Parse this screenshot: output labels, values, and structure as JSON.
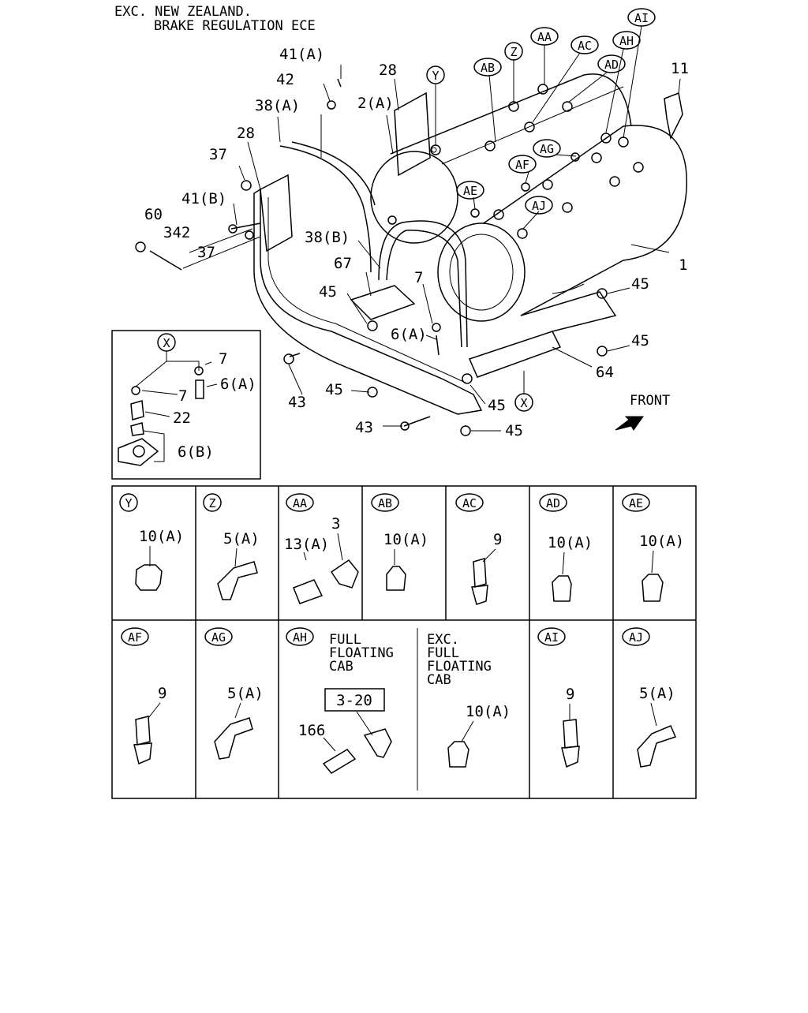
{
  "header": {
    "line1": "EXC. NEW ZEALAND.",
    "line2": "BRAKE REGULATION ECE"
  },
  "callouts": {
    "c41a": "41(A)",
    "c42": "42",
    "c38a": "38(A)",
    "c28a": "28",
    "c28b": "28",
    "c2a": "2(A)",
    "c37a": "37",
    "c41b": "41(B)",
    "c60": "60",
    "c342": "342",
    "c37b": "37",
    "c38b": "38(B)",
    "c67": "67",
    "c45a": "45",
    "c7": "7",
    "c6a": "6(A)",
    "c1": "1",
    "c11": "11",
    "c45b": "45",
    "c45c": "45",
    "c64": "64",
    "c43a": "43",
    "c45d": "45",
    "c45e": "45",
    "c43b": "43",
    "c45f": "45"
  },
  "bubbles": {
    "Y": "Y",
    "Z": "Z",
    "AA": "AA",
    "AB": "AB",
    "AC": "AC",
    "AD": "AD",
    "AH": "AH",
    "AI": "AI",
    "AG": "AG",
    "AF": "AF",
    "AE": "AE",
    "AJ": "AJ",
    "X": "X"
  },
  "front_label": "FRONT",
  "inset": {
    "bubble": "X",
    "labels": {
      "l7a": "7",
      "l6a": "6(A)",
      "l7b": "7",
      "l22": "22",
      "l6b": "6(B)"
    }
  },
  "detail_grid": {
    "row1": [
      {
        "id": "Y",
        "bubble": "Y",
        "labels": [
          "10(A)"
        ]
      },
      {
        "id": "Z",
        "bubble": "Z",
        "labels": [
          "5(A)"
        ]
      },
      {
        "id": "AA",
        "bubble": "AA",
        "labels": [
          "3",
          "13(A)"
        ]
      },
      {
        "id": "AB",
        "bubble": "AB",
        "labels": [
          "10(A)"
        ]
      },
      {
        "id": "AC",
        "bubble": "AC",
        "labels": [
          "9"
        ]
      },
      {
        "id": "AD",
        "bubble": "AD",
        "labels": [
          "10(A)"
        ]
      },
      {
        "id": "AE",
        "bubble": "AE",
        "labels": [
          "10(A)"
        ]
      }
    ],
    "row2": [
      {
        "id": "AF",
        "bubble": "AF",
        "labels": [
          "9"
        ]
      },
      {
        "id": "AG",
        "bubble": "AG",
        "labels": [
          "5(A)"
        ]
      },
      {
        "id": "AH",
        "bubble": "AH",
        "left_note": [
          "FULL",
          "FLOATING",
          "CAB"
        ],
        "ref_box": "3-20",
        "labels": [
          "166"
        ],
        "right_note": [
          "EXC.",
          "FULL",
          "FLOATING",
          "CAB"
        ],
        "right_label": "10(A)"
      },
      {
        "id": "AI",
        "bubble": "AI",
        "labels": [
          "9"
        ]
      },
      {
        "id": "AJ",
        "bubble": "AJ",
        "labels": [
          "5(A)"
        ]
      }
    ]
  }
}
